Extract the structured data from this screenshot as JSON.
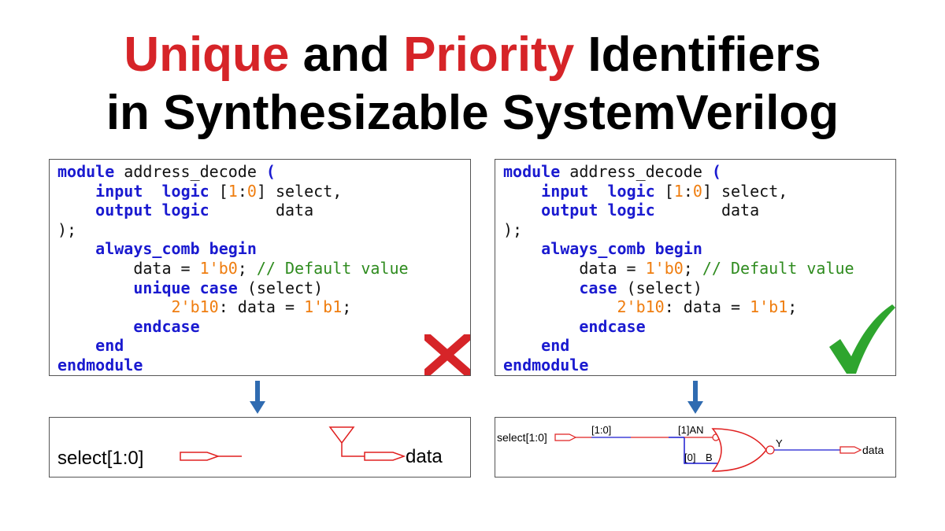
{
  "title": {
    "line1": [
      "Unique",
      " and ",
      "Priority",
      " Identifiers"
    ],
    "line2": "in Synthesizable SystemVerilog",
    "accent_color": "#d62428"
  },
  "code_left": {
    "l1": [
      "module",
      " address_decode ",
      "("
    ],
    "l2": [
      "    ",
      "input",
      "  ",
      "logic",
      " [",
      "1",
      ":",
      "0",
      "] select,"
    ],
    "l3": [
      "    ",
      "output",
      " ",
      "logic",
      "       data"
    ],
    "l4": ");",
    "l5": [
      "    ",
      "always_comb",
      " ",
      "begin"
    ],
    "l6": [
      "        data = ",
      "1'b0",
      "; ",
      "// Default value"
    ],
    "l7": [
      "        ",
      "unique",
      " ",
      "case",
      " (select)"
    ],
    "l8": [
      "            ",
      "2'b10",
      ": data = ",
      "1'b1",
      ";"
    ],
    "l9": [
      "        ",
      "endcase"
    ],
    "l10": [
      "    ",
      "end"
    ],
    "l11": "endmodule",
    "verdict_icon": "cross-icon"
  },
  "code_right": {
    "l1": [
      "module",
      " address_decode ",
      "("
    ],
    "l2": [
      "    ",
      "input",
      "  ",
      "logic",
      " [",
      "1",
      ":",
      "0",
      "] select,"
    ],
    "l3": [
      "    ",
      "output",
      " ",
      "logic",
      "       data"
    ],
    "l4": ");",
    "l5": [
      "    ",
      "always_comb",
      " ",
      "begin"
    ],
    "l6": [
      "        data = ",
      "1'b0",
      "; ",
      "// Default value"
    ],
    "l7": [
      "        ",
      "case",
      " (select)"
    ],
    "l8": [
      "            ",
      "2'b10",
      ": data = ",
      "1'b1",
      ";"
    ],
    "l9": [
      "        ",
      "endcase"
    ],
    "l10": [
      "    ",
      "end"
    ],
    "l11": "endmodule",
    "verdict_icon": "check-icon"
  },
  "circuit_left": {
    "input_label": "select[1:0]",
    "output_label": "data"
  },
  "circuit_right": {
    "input_label": "select[1:0]",
    "bus_label": "[1:0]",
    "pin_a_label": "[1]AN",
    "pin_b_label": "[0]",
    "pin_b_name": "B",
    "gate_out_label": "Y",
    "output_label": "data"
  },
  "colors": {
    "keyword": "#1a1ad0",
    "number": "#ef7d0f",
    "comment": "#2e8b1e",
    "arrow": "#2f6bb1",
    "wire_red": "#e02020",
    "wire_blue": "#1a1ad0",
    "cross": "#d62428",
    "check": "#2ea52e"
  }
}
